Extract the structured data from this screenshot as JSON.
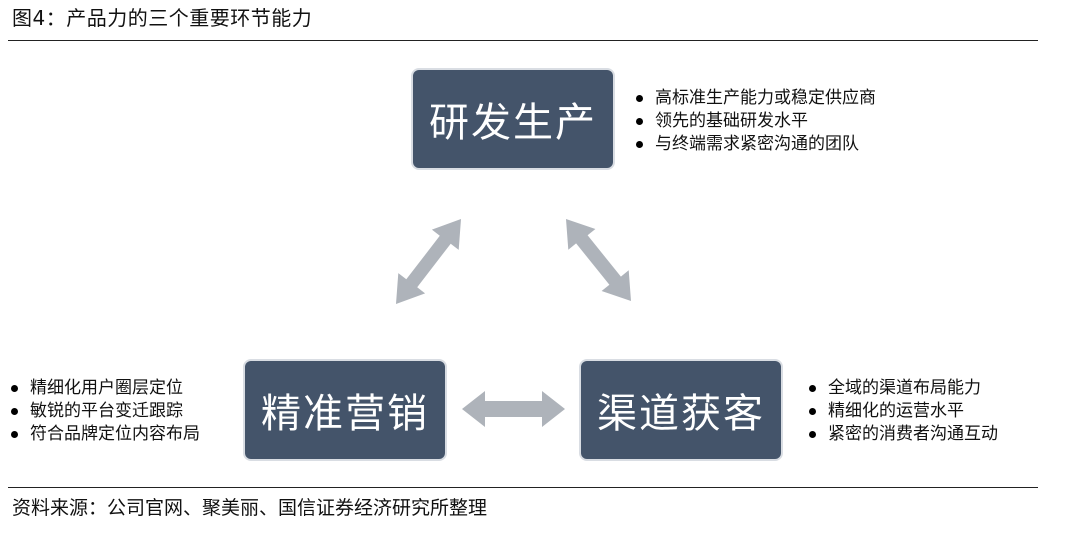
{
  "figure": {
    "title": "图4：产品力的三个重要环节能力",
    "source": "资料来源：公司官网、聚美丽、国信证券经济研究所整理"
  },
  "nodes": {
    "rd": {
      "label": "研发生产",
      "bullets": [
        "高标准生产能力或稳定供应商",
        "领先的基础研发水平",
        "与终端需求紧密沟通的团队"
      ]
    },
    "marketing": {
      "label": "精准营销",
      "bullets": [
        "精细化用户圈层定位",
        "敏锐的平台变迁跟踪",
        "符合品牌定位内容布局"
      ]
    },
    "channel": {
      "label": "渠道获客",
      "bullets": [
        "全域的渠道布局能力",
        "精细化的运营水平",
        "紧密的消费者沟通互动"
      ]
    }
  },
  "colors": {
    "box_fill": "#44546a",
    "box_text": "#ffffff",
    "arrow": "#aeb3ba"
  }
}
